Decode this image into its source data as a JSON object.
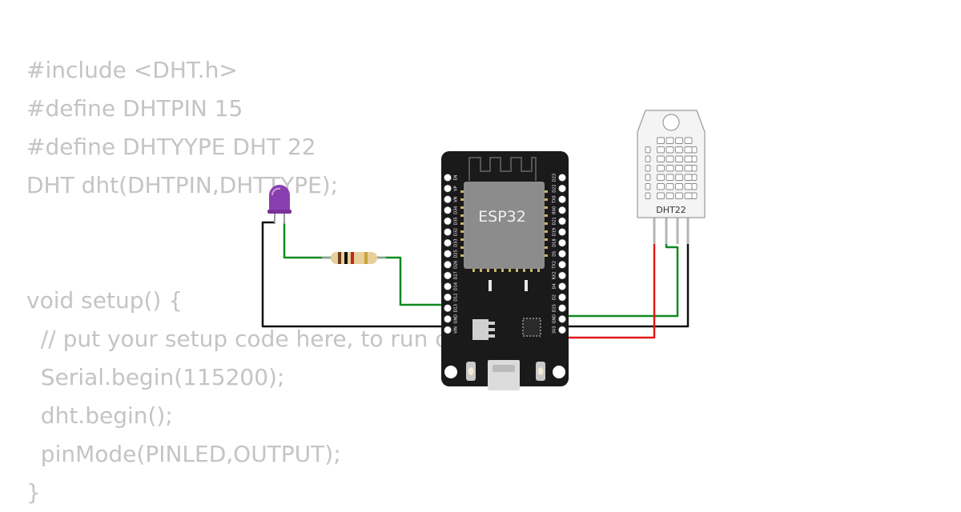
{
  "code": {
    "lines": [
      "#include <DHT.h>",
      "#define DHTPIN 15",
      "#define DHTYYPE DHT 22",
      "DHT dht(DHTPIN,DHTTYPE);",
      "",
      "",
      "void setup() {",
      "  // put your setup code here, to run once:",
      "  Serial.begin(115200);",
      "  dht.begin();",
      "  pinMode(PINLED,OUTPUT);",
      "}"
    ]
  },
  "board": {
    "chip_label": "ESP32",
    "left_pins": [
      "EN",
      "VP",
      "VN",
      "D34",
      "D35",
      "D32",
      "D33",
      "D25",
      "D26",
      "D27",
      "D14",
      "D12",
      "D13",
      "GND",
      "VIN"
    ],
    "right_pins": [
      "D23",
      "D22",
      "TX0",
      "RX0",
      "D21",
      "D19",
      "D18",
      "D5",
      "TX2",
      "RX2",
      "D4",
      "D2",
      "D15",
      "GND",
      "3V3"
    ]
  },
  "sensor": {
    "label": "DHT22"
  },
  "colors": {
    "wire_green": "#0f8a1f",
    "wire_black": "#111111",
    "wire_red": "#e01919",
    "board": "#1a1a1a",
    "chip": "#8c8c8c",
    "led": "#8a3fb0",
    "sensor_body": "#f4f4f4"
  },
  "icons": [
    "led-icon",
    "resistor-icon",
    "esp32-board-icon",
    "dht22-sensor-icon"
  ]
}
